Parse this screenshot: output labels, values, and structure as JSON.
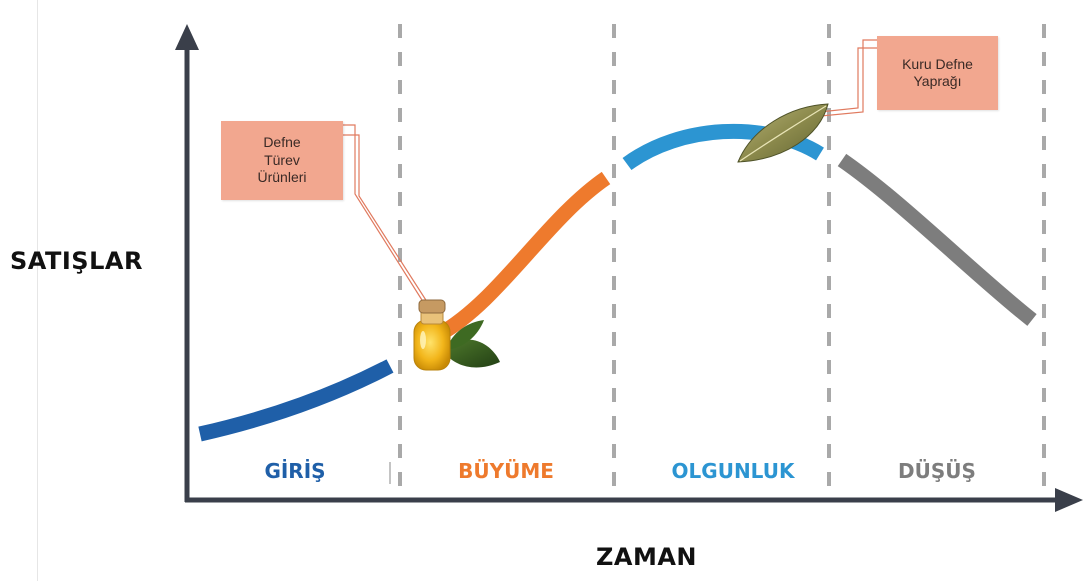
{
  "axes": {
    "y_label": "SATIŞLAR",
    "x_label": "ZAMAN"
  },
  "stages": [
    {
      "id": "giris",
      "label": "GİRİŞ",
      "color": "#1f5fa8"
    },
    {
      "id": "buyume",
      "label": "BÜYÜME",
      "color": "#ee7a2d"
    },
    {
      "id": "olgunluk",
      "label": "OLGUNLUK",
      "color": "#2c95d2"
    },
    {
      "id": "dusus",
      "label": "DÜŞÜŞ",
      "color": "#7d7d7d"
    }
  ],
  "callouts": {
    "turev": {
      "text": "Defne\nTürev\nÜrünleri",
      "color": "#f2a78f",
      "marker_icon": "oil-bottle-icon"
    },
    "kuru": {
      "text": "Kuru Defne\nYaprağı",
      "color": "#f2a78f",
      "marker_icon": "bay-leaf-icon"
    }
  },
  "colors": {
    "axis": "#3a3f4a",
    "divider": "#a9a9a9",
    "leader": "#e07a5f"
  }
}
